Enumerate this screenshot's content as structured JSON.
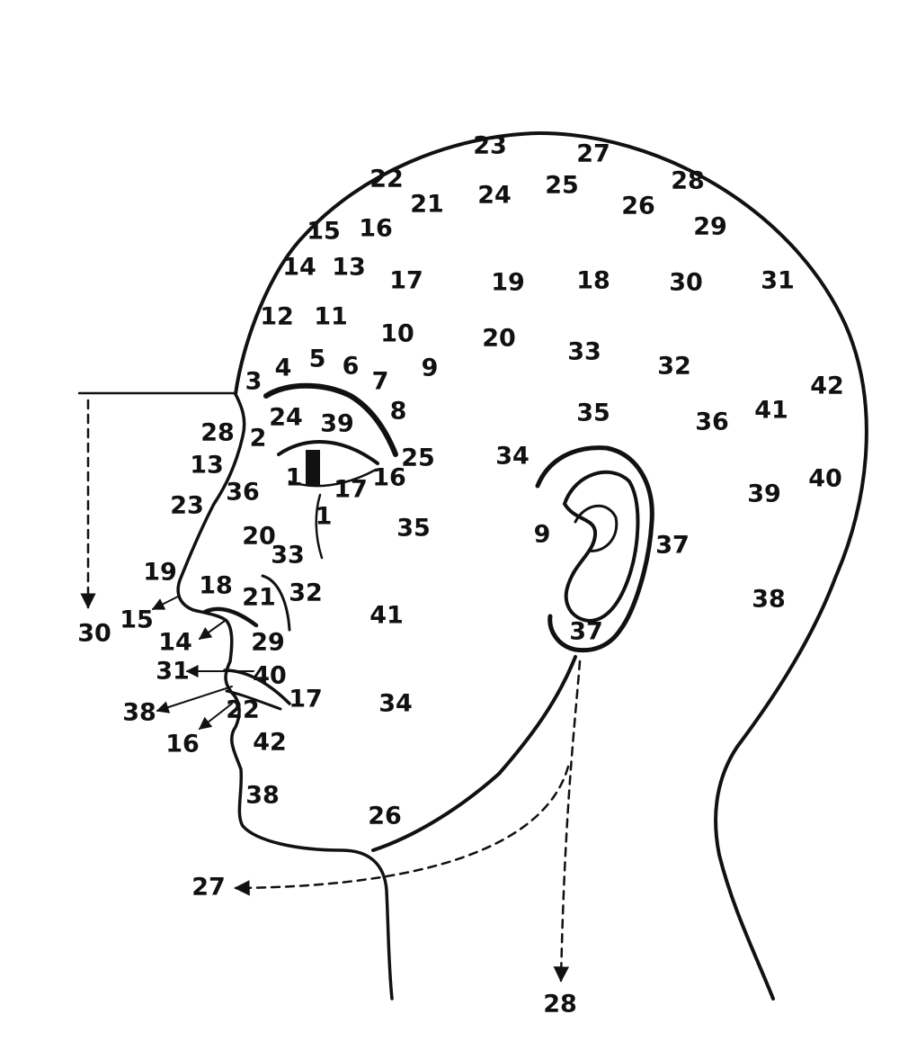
{
  "diagram": {
    "line_color": "#111111",
    "background": "#ffffff",
    "labels": {
      "crown": [
        "23",
        "27",
        "22",
        "21",
        "24",
        "25",
        "26",
        "28",
        "29"
      ],
      "forehead_upper": [
        "15",
        "16",
        "14",
        "13",
        "17",
        "19",
        "18",
        "30",
        "31"
      ],
      "forehead_lower": [
        "12",
        "11",
        "10",
        "20",
        "33",
        "32",
        "42"
      ],
      "brow": [
        "3",
        "4",
        "5",
        "6",
        "7",
        "9",
        "8"
      ],
      "eye": [
        "24",
        "39",
        "25",
        "16",
        "17",
        "1",
        "1"
      ],
      "side_head": [
        "35",
        "36",
        "41",
        "34",
        "40",
        "39",
        "37",
        "38"
      ],
      "ear": [
        "9",
        "37",
        "37"
      ],
      "nose_profile": [
        "28",
        "2",
        "13",
        "36",
        "23",
        "20",
        "33",
        "19",
        "32",
        "18",
        "21"
      ],
      "mouth_area": [
        "30",
        "15",
        "14",
        "29",
        "31",
        "40",
        "38",
        "17",
        "22",
        "16",
        "42",
        "41",
        "34",
        "35"
      ],
      "chin": [
        "38",
        "26"
      ],
      "outside": [
        "27",
        "28"
      ]
    }
  }
}
